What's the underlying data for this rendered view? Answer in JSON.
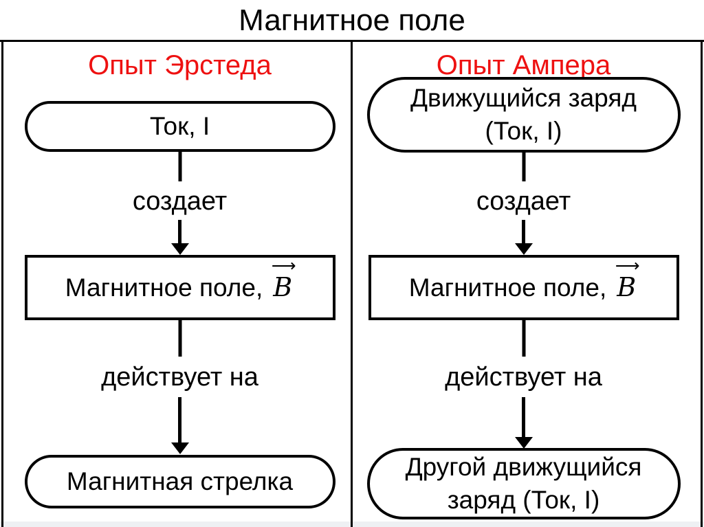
{
  "title": "Магнитное поле",
  "colors": {
    "header_red": "#ee1111",
    "line_black": "#000000",
    "background": "#ffffff"
  },
  "vector_notation": {
    "arrow_glyph": "⟶",
    "letter": "B"
  },
  "oersted": {
    "header": "Опыт Эрстеда",
    "source_box": {
      "lines": [
        "Ток, I"
      ]
    },
    "creates_label": "создает",
    "field_box": {
      "text": "Магнитное поле,",
      "vector": "B"
    },
    "acts_label": "действует на",
    "target_box": {
      "lines": [
        "Магнитная стрелка"
      ]
    }
  },
  "ampere": {
    "header": "Опыт Ампера",
    "source_box": {
      "lines": [
        "Движущийся заряд",
        "(Ток, I)"
      ]
    },
    "creates_label": "создает",
    "field_box": {
      "text": "Магнитное поле,",
      "vector": "B"
    },
    "acts_label": "действует на",
    "target_box": {
      "lines": [
        "Другой движущийся",
        "заряд (Ток, I)"
      ]
    }
  }
}
